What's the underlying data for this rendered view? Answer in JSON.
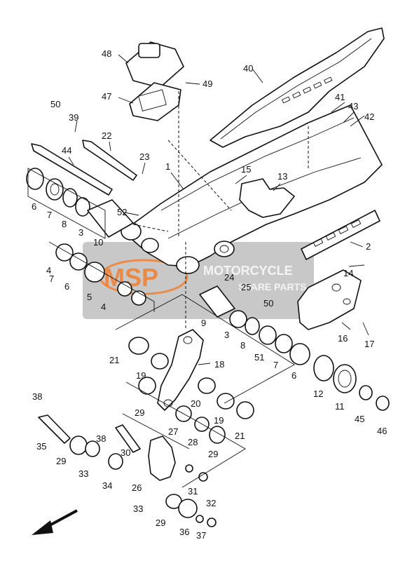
{
  "watermark": {
    "logo": "MSP",
    "line1": "MOTORCYCLE",
    "line2": "SPARE PARTS",
    "colors": {
      "logo": "#f08030",
      "block": "#9a9a9a"
    }
  },
  "callouts": [
    "1",
    "2",
    "3",
    "3",
    "4",
    "4",
    "5",
    "6",
    "6",
    "6",
    "7",
    "7",
    "7",
    "8",
    "8",
    "9",
    "10",
    "11",
    "12",
    "13",
    "14",
    "15",
    "16",
    "17",
    "18",
    "19",
    "19",
    "20",
    "21",
    "21",
    "22",
    "23",
    "24",
    "25",
    "26",
    "27",
    "28",
    "29",
    "29",
    "29",
    "29",
    "30",
    "31",
    "32",
    "33",
    "33",
    "34",
    "35",
    "36",
    "37",
    "38",
    "38",
    "39",
    "40",
    "41",
    "42",
    "43",
    "44",
    "45",
    "46",
    "47",
    "48",
    "49",
    "50",
    "50",
    "51",
    "52"
  ],
  "direction_indicator": "arrow-front-left-icon"
}
